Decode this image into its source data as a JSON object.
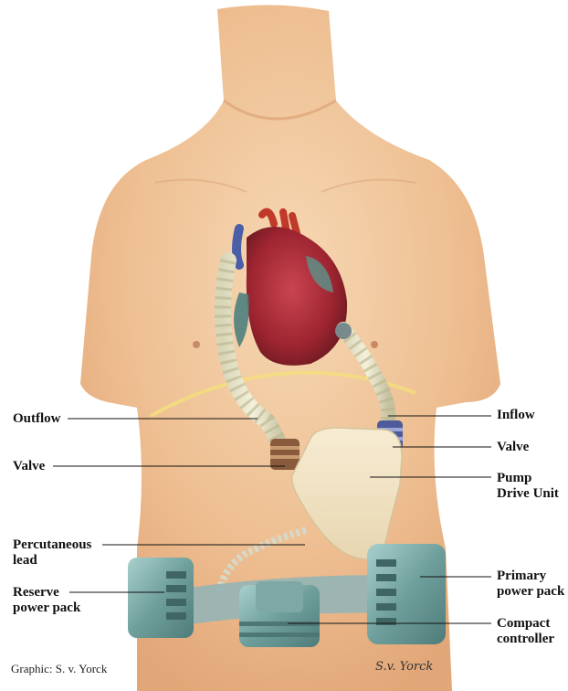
{
  "labels": {
    "outflow": "Outflow",
    "valve_left": "Valve",
    "percutaneous_line1": "Percutaneous",
    "percutaneous_line2": "lead",
    "reserve_line1": "Reserve",
    "reserve_line2": "power pack",
    "inflow": "Inflow",
    "valve_right": "Valve",
    "pump_line1": "Pump",
    "pump_line2": "Drive Unit",
    "primary_line1": "Primary",
    "primary_line2": "power pack",
    "compact_line1": "Compact",
    "compact_line2": "controller"
  },
  "credit": "Graphic: S. v. Yorck",
  "signature": "S.v. Yorck",
  "colors": {
    "skin": "#f1c9a0",
    "heart": "#b0303a",
    "device": "#7fb3b0",
    "pump": "#efe2c6"
  }
}
